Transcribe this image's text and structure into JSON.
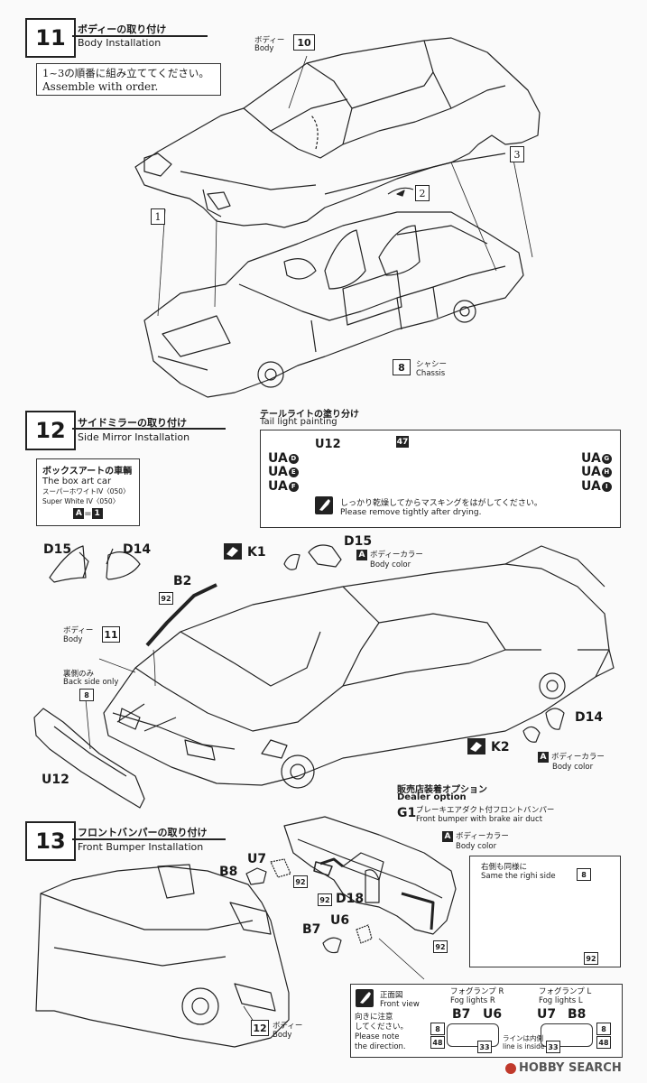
{
  "step11": {
    "number": "11",
    "title_jp": "ボディーの取り付け",
    "title_en": "Body Installation",
    "order_jp": "1~3の順番に組み立ててください。",
    "order_en": "Assemble with order.",
    "body_jp": "ボディー",
    "body_en": "Body",
    "body_part": "10",
    "chassis_jp": "シャシー",
    "chassis_en": "Chassis",
    "chassis_part": "8",
    "order_marks": [
      "1",
      "2",
      "3"
    ]
  },
  "step12": {
    "number": "12",
    "title_jp": "サイドミラーの取り付け",
    "title_en": "Side Mirror Installation",
    "tail_jp": "テールライトの塗り分け",
    "tail_en": "Tail light painting",
    "boxart_jp": "ボックスアートの車輌",
    "boxart_en": "The box art car",
    "paint_jp": "スーパーホワイトIV〈050〉",
    "paint_en": "Super White IV〈050〉",
    "paint_code_a": "A",
    "paint_eq": "=",
    "paint_code_1": "1",
    "u12": "U12",
    "u12_color": "47",
    "ua_left": [
      {
        "name": "UA",
        "mark": "D"
      },
      {
        "name": "UA",
        "mark": "E"
      },
      {
        "name": "UA",
        "mark": "F"
      }
    ],
    "ua_right": [
      {
        "name": "UA",
        "mark": "G"
      },
      {
        "name": "UA",
        "mark": "H"
      },
      {
        "name": "UA",
        "mark": "I"
      }
    ],
    "dry_jp": "しっかり乾燥してからマスキングをはがしてください。",
    "dry_en": "Please remove tightly after drying.",
    "d15": "D15",
    "d14": "D14",
    "k1": "K1",
    "k2": "K2",
    "b2": "B2",
    "b2_color": "92",
    "bodycolor_jp": "ボディーカラー",
    "bodycolor_en": "Body color",
    "bodycolor_code": "A",
    "body_jp": "ボディー",
    "body_en": "Body",
    "body_part": "11",
    "backside_jp": "裏側のみ",
    "backside_en": "Back side only",
    "backside_part": "8",
    "u12_part": "U12"
  },
  "step13": {
    "number": "13",
    "title_jp": "フロントバンパーの取り付け",
    "title_en": "Front Bumper Installation",
    "dealer_jp": "販売店装着オプション",
    "dealer_en": "Dealer option",
    "g1": "G1",
    "g1_jp": "ブレーキエアダクト付フロントバンパー",
    "g1_en": "Front bumper with brake air duct",
    "bodycolor_jp": "ボディーカラー",
    "bodycolor_en": "Body color",
    "bodycolor_code": "A",
    "u7": "U7",
    "b8": "B8",
    "b7": "B7",
    "u6": "U6",
    "d18": "D18",
    "c92": "92",
    "right_jp": "右側も同様に",
    "right_en": "Same the righi side",
    "right_part": "8",
    "right_color": "92",
    "front_jp": "正面図",
    "front_en": "Front view",
    "dir_jp1": "向きに注意",
    "dir_jp2": "してください。",
    "dir_en1": "Please note",
    "dir_en2": "the direction.",
    "fogr_jp": "フォグランプ R",
    "fogr_en": "Fog lights R",
    "fogl_jp": "フォグランプ L",
    "fogl_en": "Fog lights L",
    "fog_parts": [
      "B7",
      "U6",
      "U7",
      "B8"
    ],
    "fog_left_codes": [
      "8",
      "48"
    ],
    "fog_right_codes": [
      "8",
      "48"
    ],
    "fog_33": "33",
    "line_jp": "ラインは内側",
    "line_en": "line is inside",
    "body_jp": "ボディー",
    "body_en": "Body",
    "body_part": "12"
  },
  "watermark": "HOBBY SEARCH"
}
